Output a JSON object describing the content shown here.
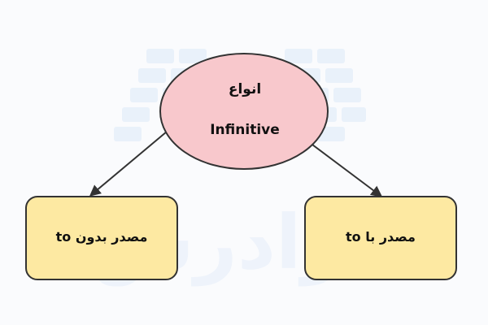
{
  "diagram": {
    "root": {
      "line1": "انواع",
      "line2": "Infinitive"
    },
    "left_child": {
      "label": "مصدر بدون to"
    },
    "right_child": {
      "label": "مصدر با to"
    },
    "colors": {
      "root_fill": "#f8c8cc",
      "box_fill": "#fde9a2",
      "stroke": "#333333",
      "watermark": "#eaf1fb"
    },
    "watermark_text": "فرادرس"
  }
}
